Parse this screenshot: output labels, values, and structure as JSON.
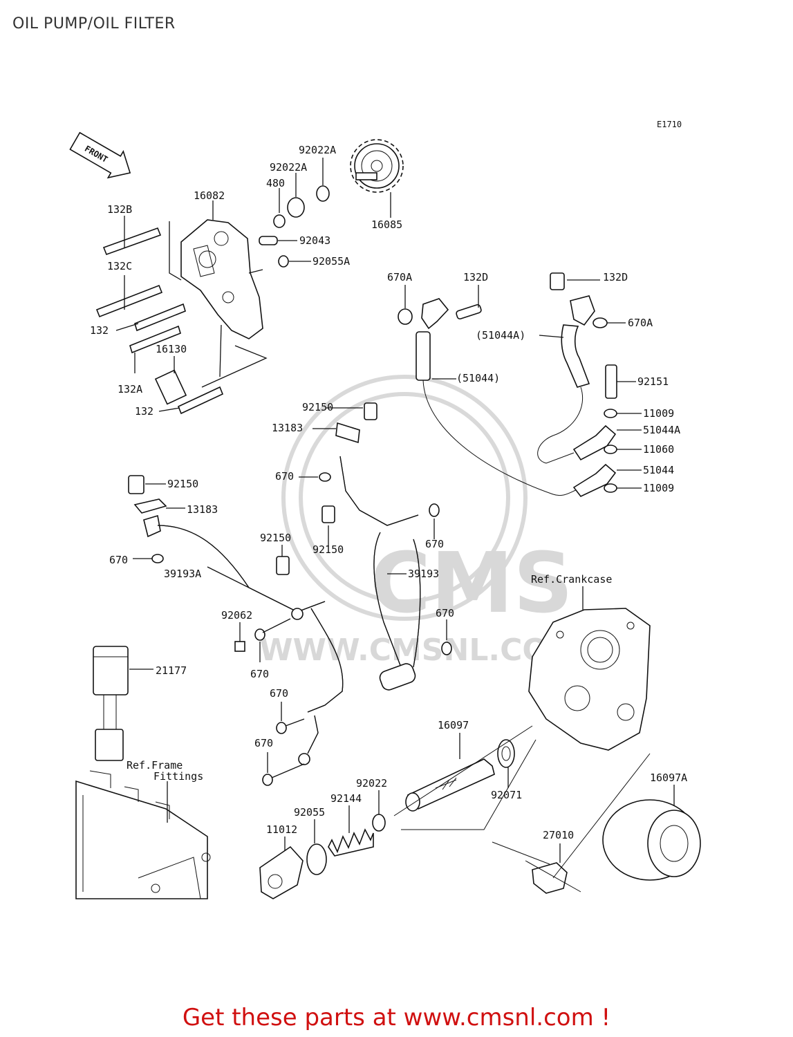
{
  "title": "OIL PUMP/OIL FILTER",
  "diagram_code": "E1710",
  "front_label": "FRONT",
  "watermark": {
    "brand": "CMS",
    "url": "WWW.CMSNL.COM"
  },
  "refs": {
    "crankcase": "Ref.Crankcase",
    "frame_1": "Ref.Frame",
    "frame_2": "Fittings"
  },
  "parts": {
    "p92022A_top": "92022A",
    "p92022A": "92022A",
    "p480": "480",
    "p16082": "16082",
    "p16085": "16085",
    "p132B": "132B",
    "p92043": "92043",
    "p92055A": "92055A",
    "p132C": "132C",
    "p132_a": "132",
    "p16130": "16130",
    "p132A": "132A",
    "p132_b": "132",
    "p670A_l": "670A",
    "p132D_l": "132D",
    "p132D_r": "132D",
    "p670A_r": "670A",
    "p51044A_paren": "(51044A)",
    "p51044_paren": "(51044)",
    "p92151": "92151",
    "p11009_a": "11009",
    "p51044A": "51044A",
    "p11060": "11060",
    "p51044": "51044",
    "p11009_b": "11009",
    "p92150_a": "92150",
    "p13183_a": "13183",
    "p670_a": "670",
    "p92150_b": "92150",
    "p13183_b": "13183",
    "p92150_c": "92150",
    "p670_b": "670",
    "p92150_d": "92150",
    "p670_c": "670",
    "p39193A": "39193A",
    "p39193": "39193",
    "p92062": "92062",
    "p670_d": "670",
    "p670_e": "670",
    "p21177": "21177",
    "p670_f": "670",
    "p670_g": "670",
    "p16097": "16097",
    "p92022": "92022",
    "p92071": "92071",
    "p16097A": "16097A",
    "p92144": "92144",
    "p92055": "92055",
    "p11012": "11012",
    "p27010": "27010"
  },
  "promo": "Get these parts at www.cmsnl.com !",
  "colors": {
    "promo": "#d01010",
    "ink": "#111111",
    "watermark": "#d8d8d8"
  }
}
